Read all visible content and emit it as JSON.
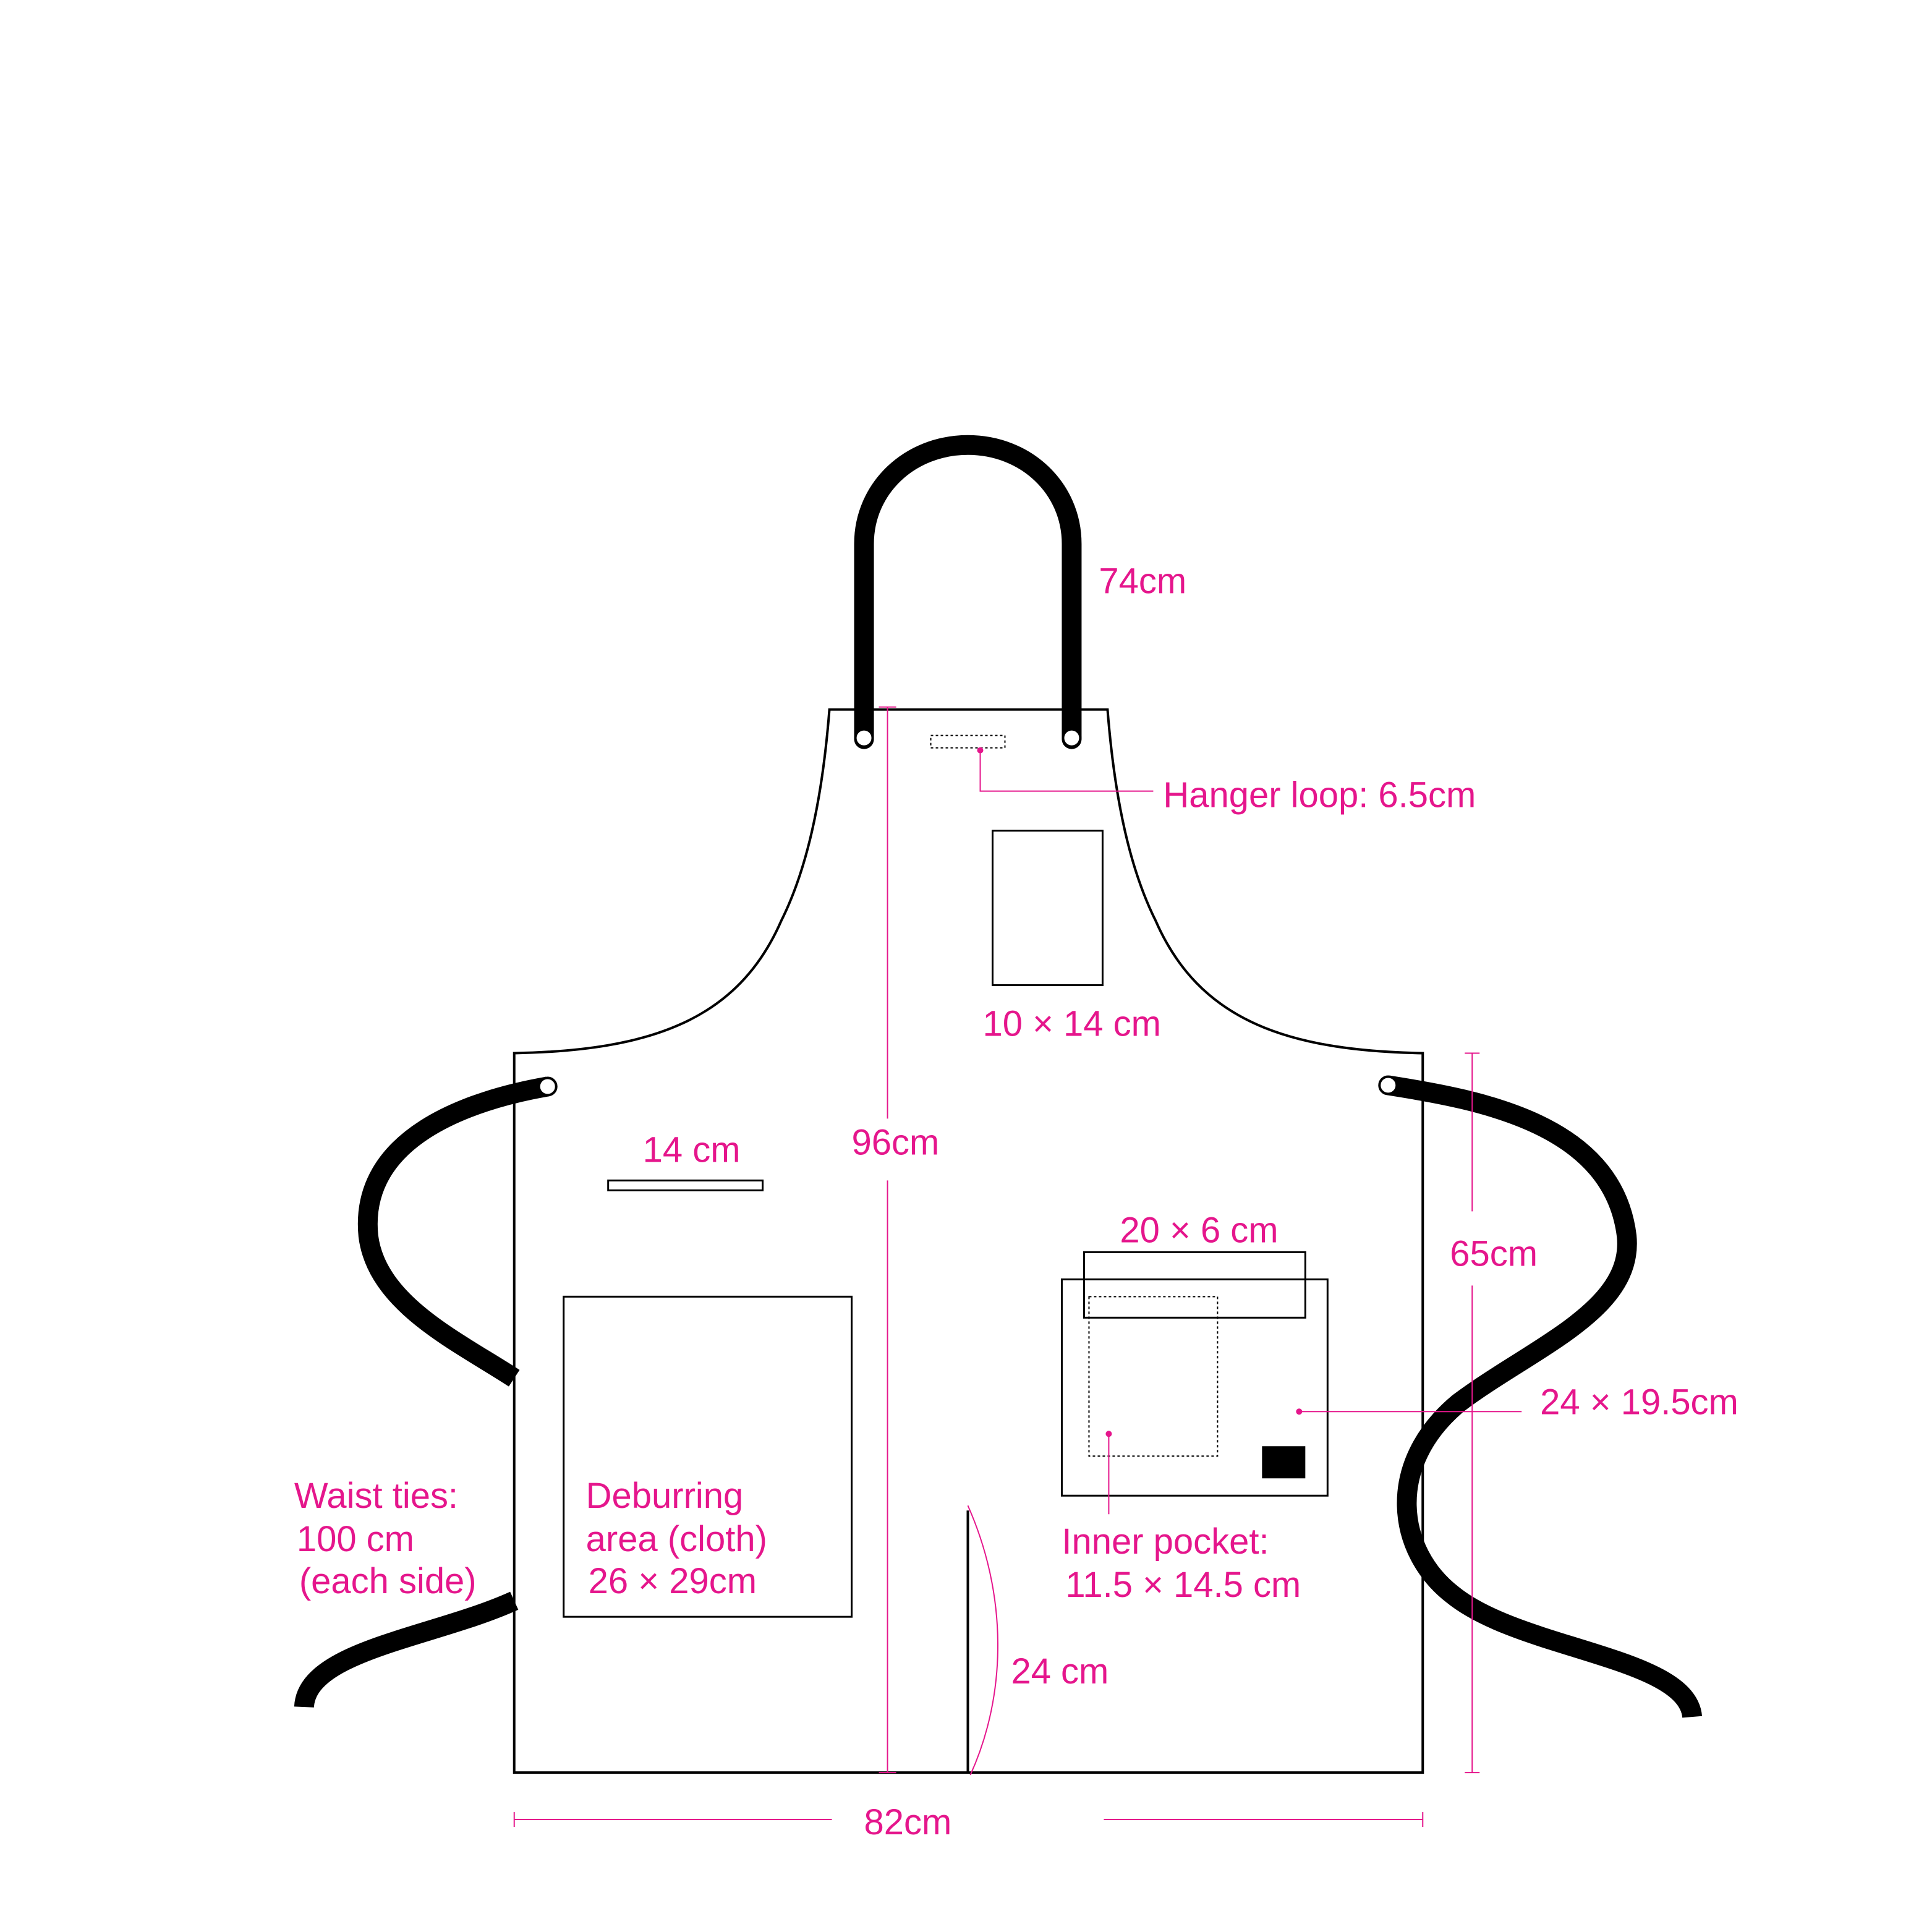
{
  "colors": {
    "annotation": "#e5168c",
    "outline": "#000000",
    "strap": "#000000",
    "background": "#ffffff"
  },
  "labels": {
    "neck_strap": "74cm",
    "hanger_loop": "Hanger loop: 6.5cm",
    "chest_pocket": "10 × 14 cm",
    "total_length": "96cm",
    "pen_slot": "14 cm",
    "side_length": "65cm",
    "flap": "20 × 6 cm",
    "right_pocket": "24 × 19.5cm",
    "waist_ties": [
      "Waist ties:",
      "100 cm",
      "(each side)"
    ],
    "deburring_area": [
      "Deburring",
      "area (cloth)",
      "26 × 29cm"
    ],
    "inner_pocket": [
      "Inner pocket:",
      "11.5 × 14.5 cm"
    ],
    "slit": "24 cm",
    "width": "82cm"
  }
}
